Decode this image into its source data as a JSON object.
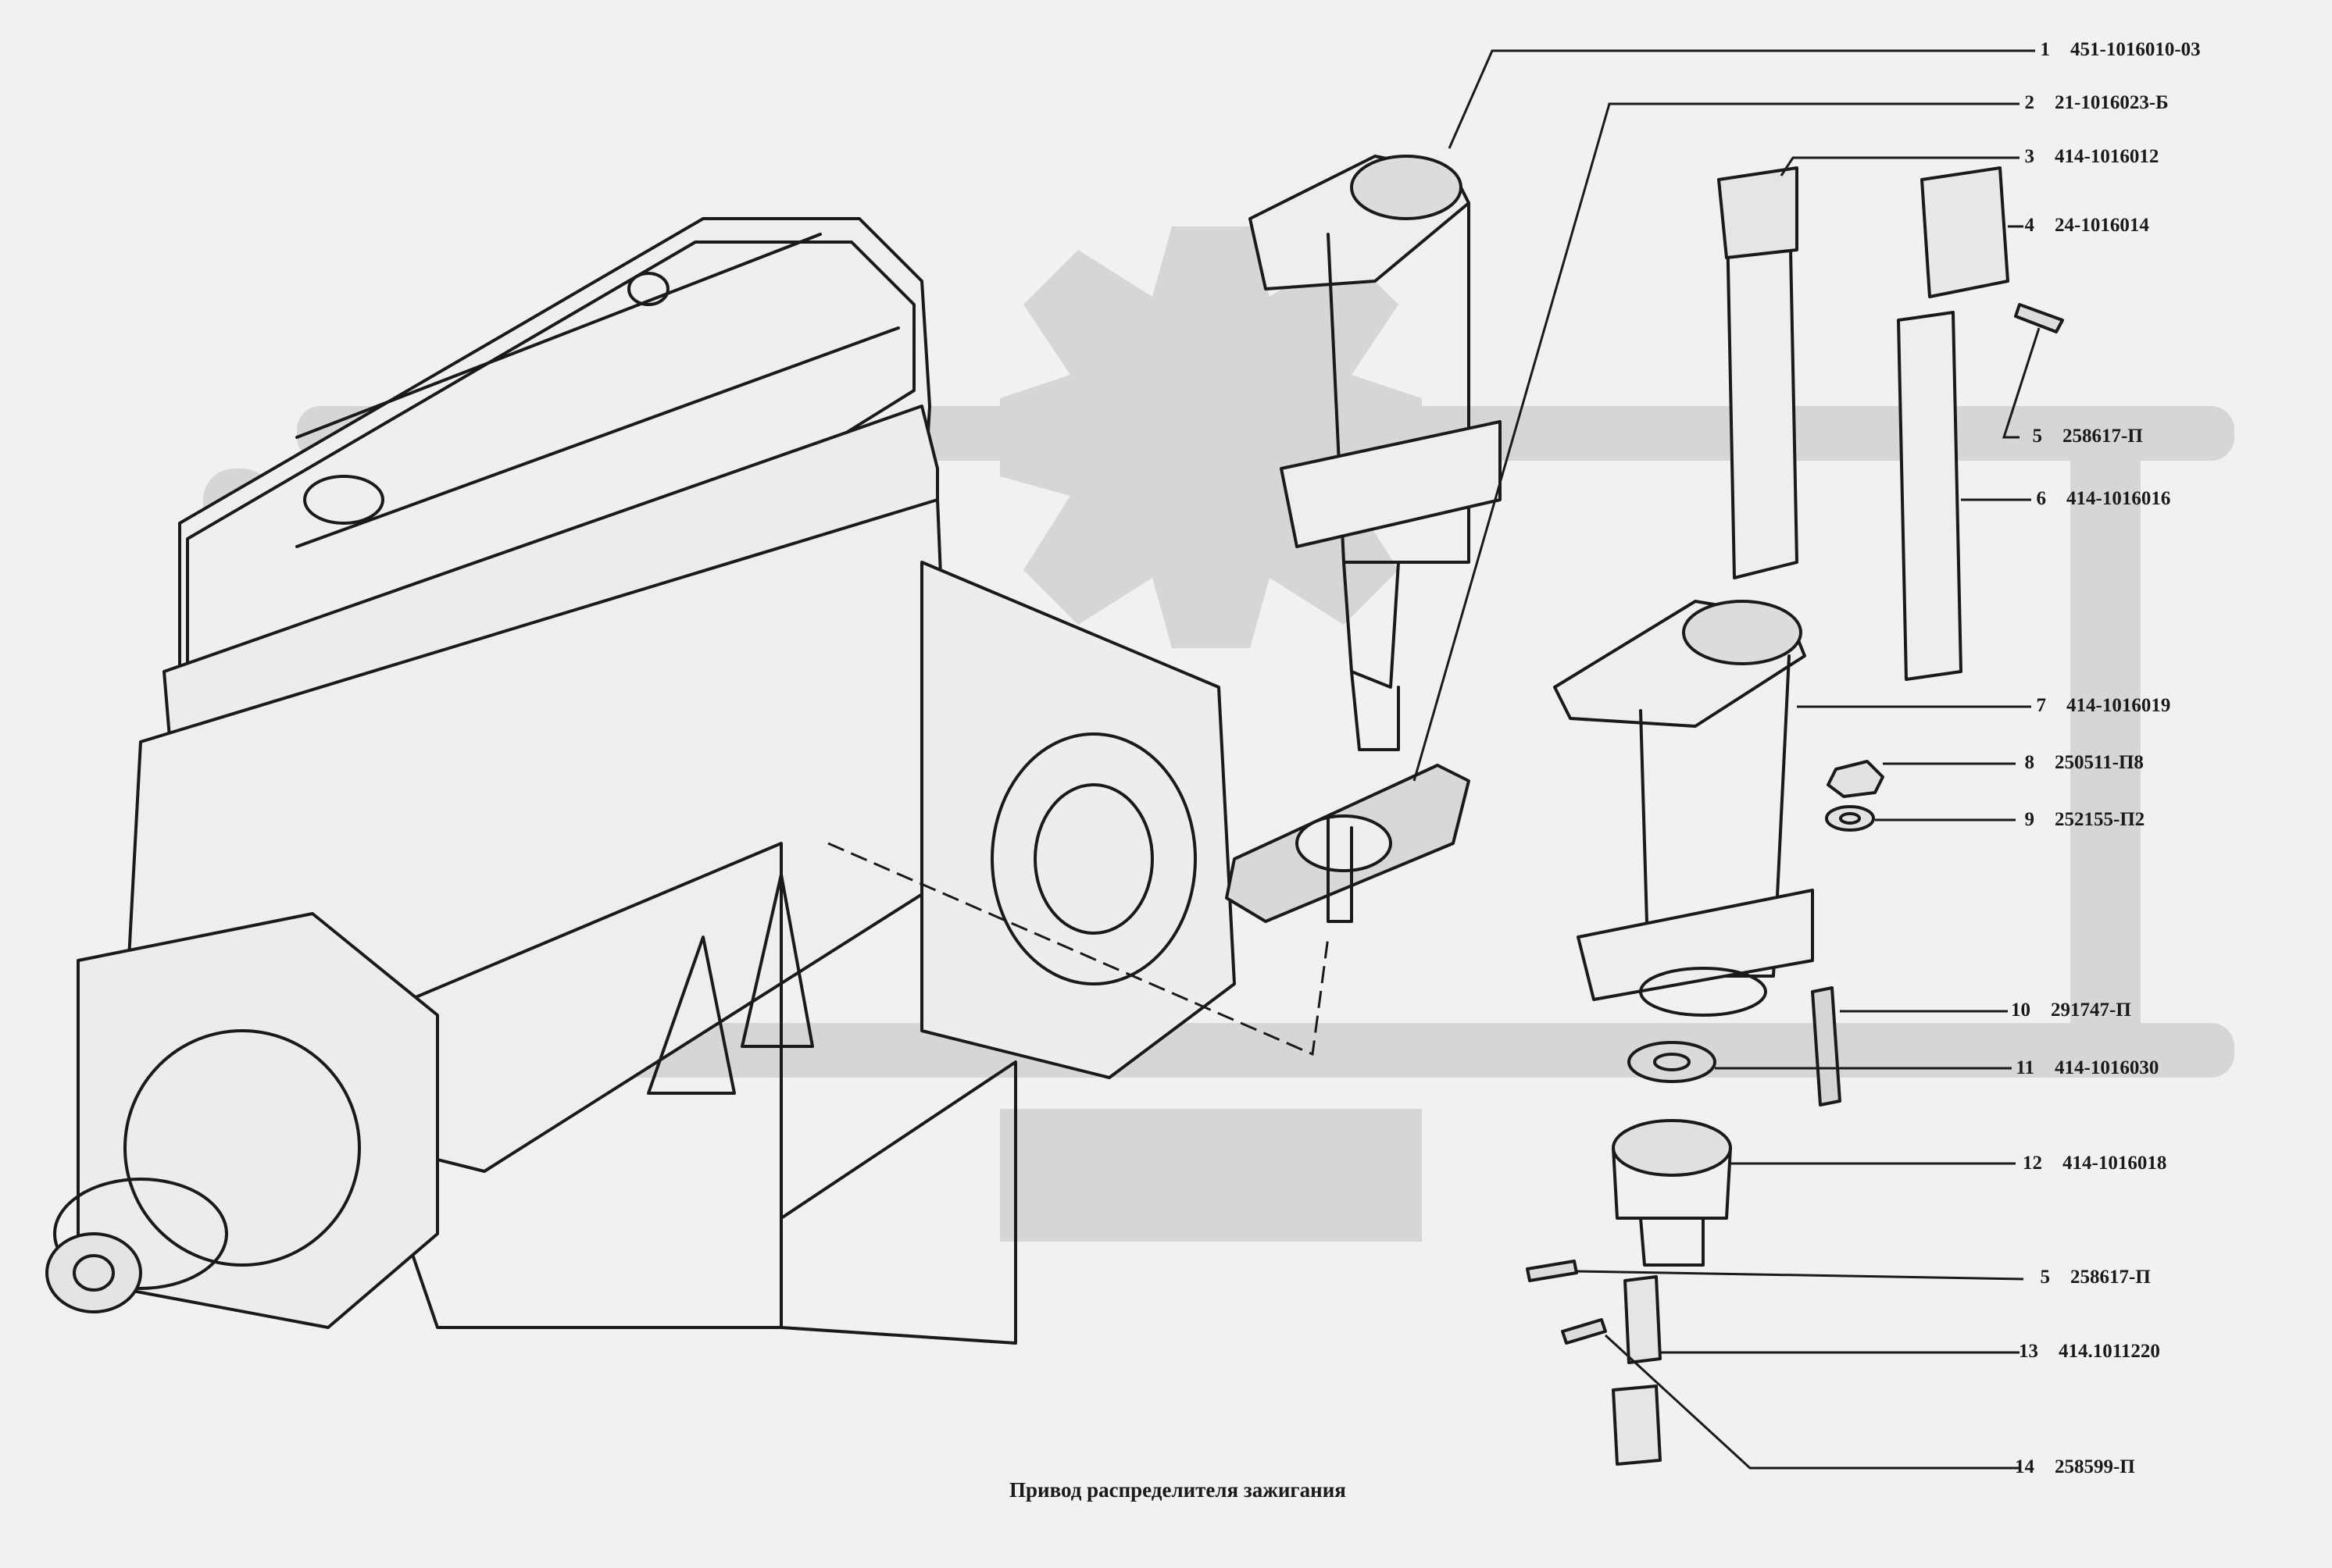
{
  "caption": "Привод распределителя  зажигания",
  "colors": {
    "background": "#f1f1f1",
    "ink": "#1a1a1a",
    "watermark": "#d3d3d3"
  },
  "watermark_icon": "gear-logo-watermark",
  "parts": [
    {
      "num": "1",
      "code": "451-1016010-03"
    },
    {
      "num": "2",
      "code": "21-1016023-Б"
    },
    {
      "num": "3",
      "code": "414-1016012"
    },
    {
      "num": "4",
      "code": "24-1016014"
    },
    {
      "num": "5",
      "code": "258617-П"
    },
    {
      "num": "6",
      "code": "414-1016016"
    },
    {
      "num": "7",
      "code": "414-1016019"
    },
    {
      "num": "8",
      "code": "250511-П8"
    },
    {
      "num": "9",
      "code": "252155-П2"
    },
    {
      "num": "10",
      "code": "291747-П"
    },
    {
      "num": "11",
      "code": "414-1016030"
    },
    {
      "num": "12",
      "code": "414-1016018"
    },
    {
      "num": "5",
      "code": "258617-П"
    },
    {
      "num": "13",
      "code": "414.1011220"
    },
    {
      "num": "14",
      "code": "258599-П"
    }
  ]
}
